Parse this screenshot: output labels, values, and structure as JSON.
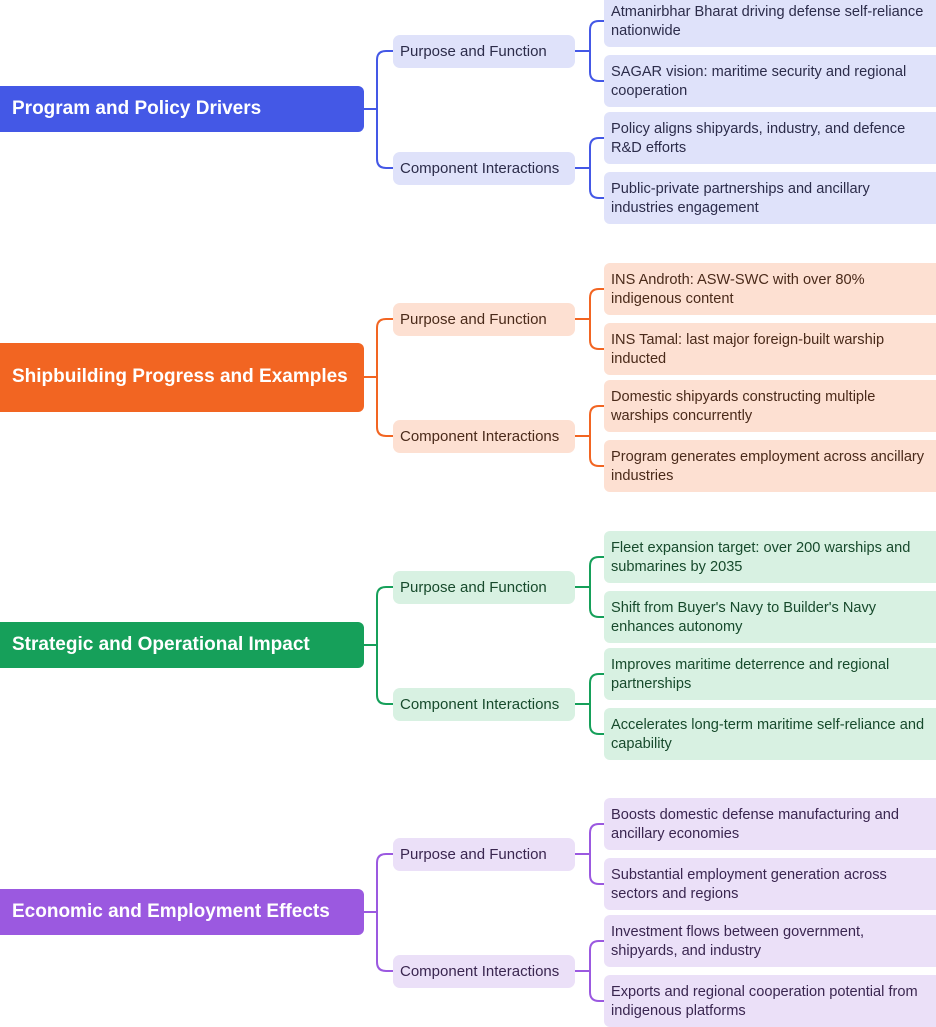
{
  "sections": [
    {
      "title": "Program and Policy Drivers",
      "color": "#4458e6",
      "light": "#dfe2fa",
      "text": "#2c2c4a",
      "groups": [
        {
          "label": "Purpose and Function",
          "items": [
            "Atmanirbhar Bharat driving defense self-reliance nationwide",
            "SAGAR vision: maritime security and regional cooperation"
          ]
        },
        {
          "label": "Component Interactions",
          "items": [
            "Policy aligns shipyards, industry, and defence R&D efforts",
            "Public-private partnerships and ancillary industries engagement"
          ]
        }
      ]
    },
    {
      "title": "Shipbuilding Progress and Examples",
      "color": "#f26522",
      "light": "#fde0d2",
      "text": "#4a2a1a",
      "groups": [
        {
          "label": "Purpose and Function",
          "items": [
            "INS Androth: ASW-SWC with over 80% indigenous content",
            "INS Tamal: last major foreign-built warship inducted"
          ]
        },
        {
          "label": "Component Interactions",
          "items": [
            "Domestic shipyards constructing multiple warships concurrently",
            "Program generates employment across ancillary industries"
          ]
        }
      ]
    },
    {
      "title": "Strategic and Operational Impact",
      "color": "#16a05a",
      "light": "#d8f1e2",
      "text": "#174a2c",
      "groups": [
        {
          "label": "Purpose and Function",
          "items": [
            "Fleet expansion target: over 200 warships and submarines by 2035",
            "Shift from Buyer's Navy to Builder's Navy enhances autonomy"
          ]
        },
        {
          "label": "Component Interactions",
          "items": [
            "Improves maritime deterrence and regional partnerships",
            "Accelerates long-term maritime self-reliance and capability"
          ]
        }
      ]
    },
    {
      "title": "Economic and Employment Effects",
      "color": "#9b59e0",
      "light": "#ebe0f8",
      "text": "#3a2650",
      "groups": [
        {
          "label": "Purpose and Function",
          "items": [
            "Boosts domestic defense manufacturing and ancillary economies",
            "Substantial employment generation across sectors and regions"
          ]
        },
        {
          "label": "Component Interactions",
          "items": [
            "Investment flows between government, shipyards, and industry",
            "Exports and regional cooperation potential from indigenous platforms"
          ]
        }
      ]
    }
  ]
}
